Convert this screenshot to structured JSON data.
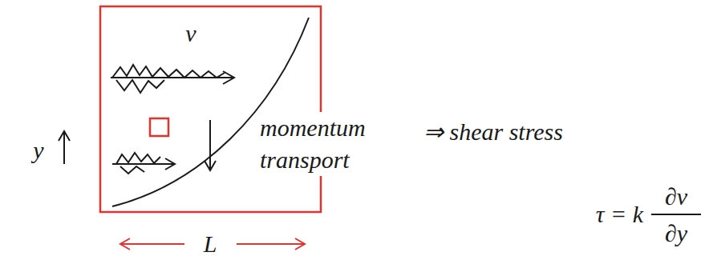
{
  "diagram": {
    "labels": [
      "v",
      "momentum transport",
      "⇒ shear stress",
      "y",
      "τ = k",
      "∂v",
      "∂y",
      "L"
    ]
  }
}
